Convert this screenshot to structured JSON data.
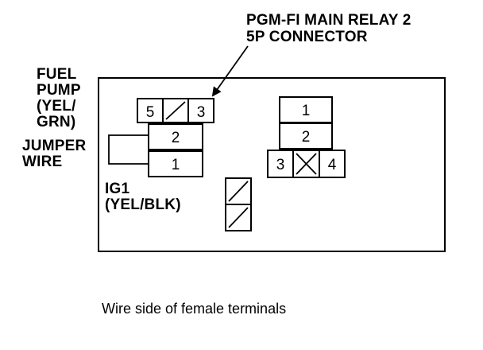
{
  "callout": {
    "line1": "PGM-FI MAIN RELAY 2",
    "line2": "5P CONNECTOR"
  },
  "labels": {
    "fuel_pump": [
      "FUEL",
      "PUMP",
      "(YEL/",
      "GRN)"
    ],
    "jumper_wire": [
      "JUMPER",
      "WIRE"
    ],
    "ig1": [
      "IG1",
      "(YEL/BLK)"
    ]
  },
  "left_connector": {
    "top_row": [
      "5",
      "3"
    ],
    "middle": "2",
    "bottom": "1"
  },
  "right_connector": {
    "top": "1",
    "middle": "2",
    "bottom_row": [
      "3",
      "4"
    ]
  },
  "caption": "Wire side of female terminals"
}
